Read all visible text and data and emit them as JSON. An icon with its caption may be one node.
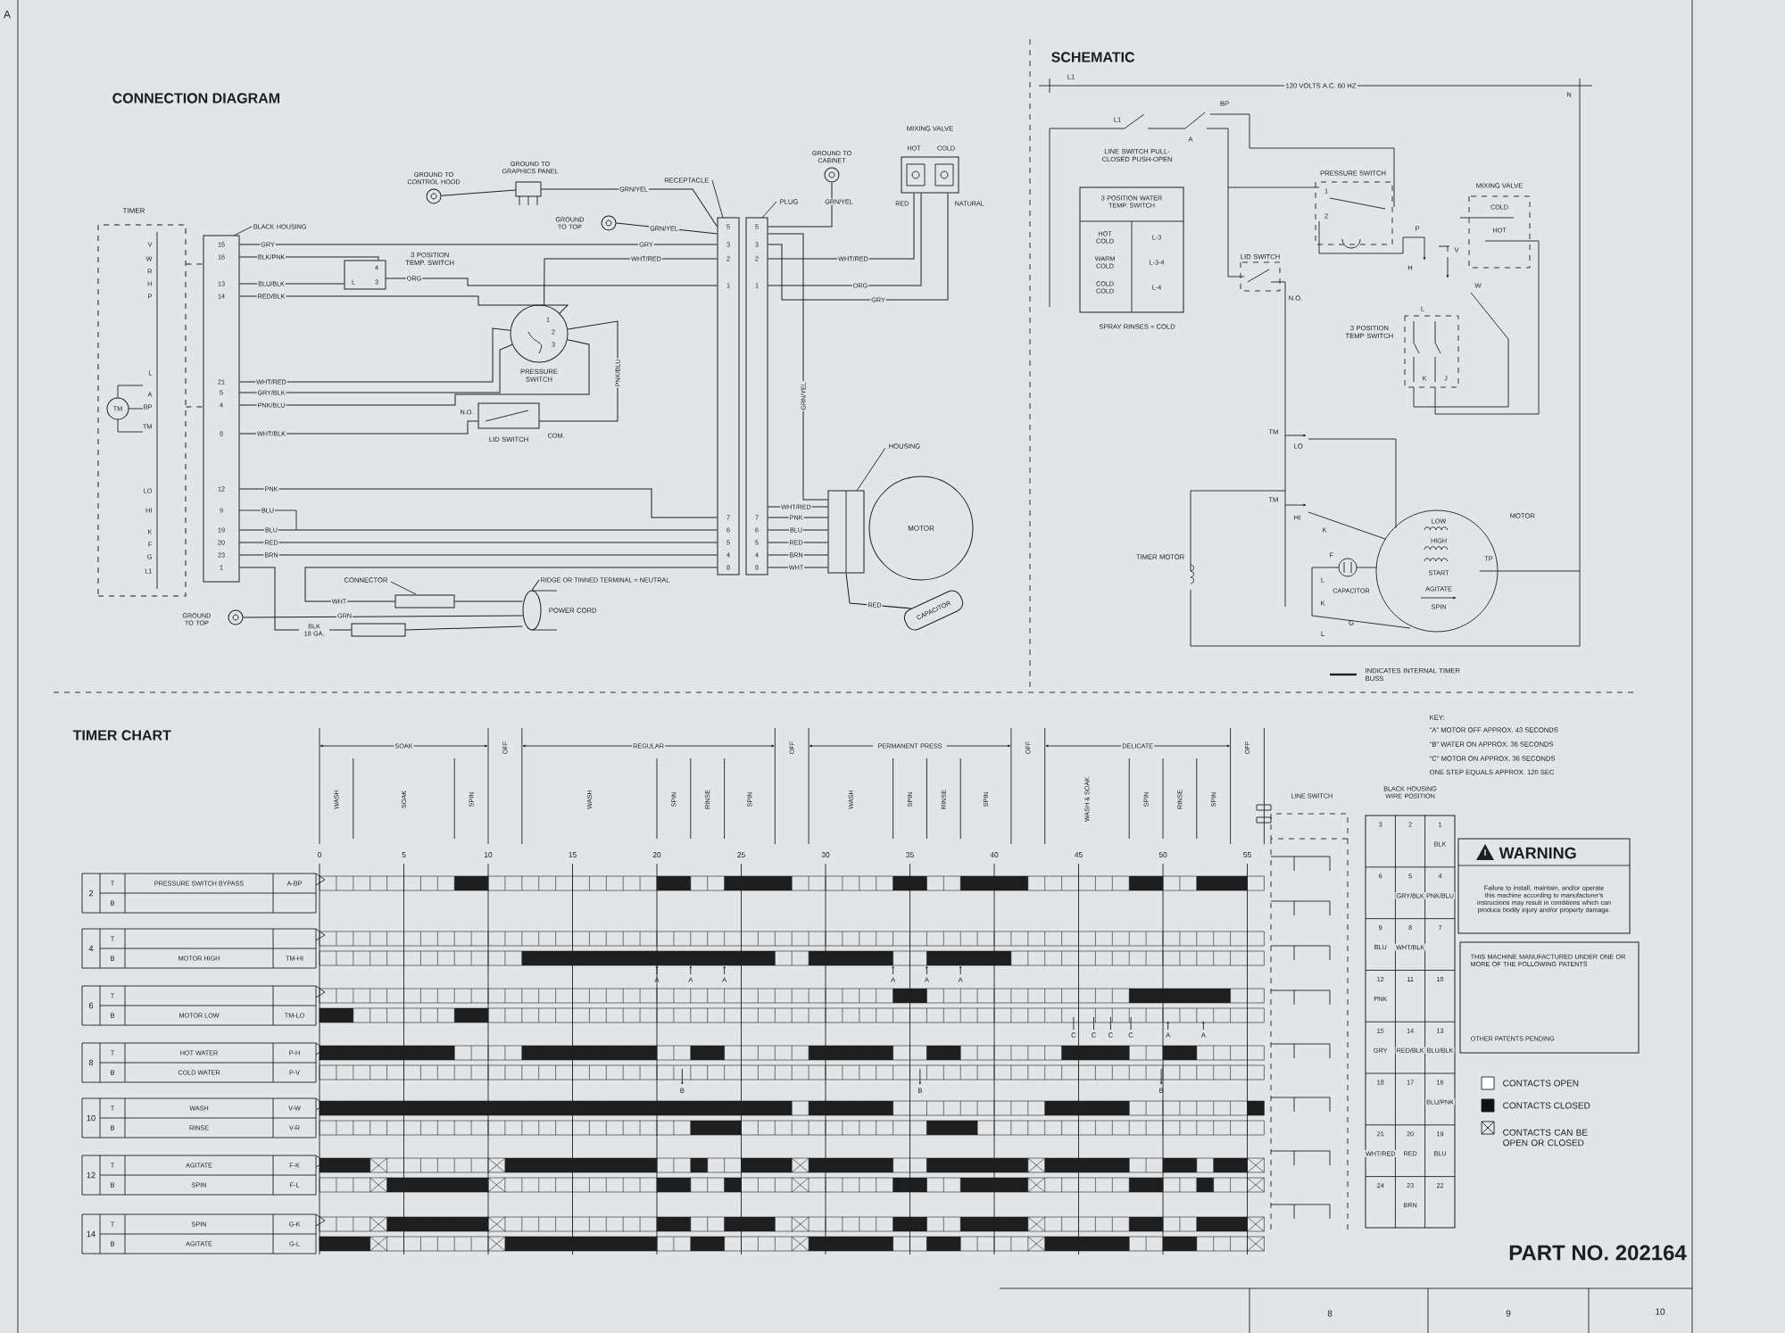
{
  "diagram": {
    "nodes": [
      {
        "text": [
          "TIMER"
        ]
      },
      {
        "text": [
          "BLACK HOUSING"
        ]
      },
      {
        "text": [
          "3 POSITION TEMP. SWITCH"
        ]
      },
      {
        "text": [
          "PRESSURE SWITCH"
        ]
      },
      {
        "text": [
          "LID SWITCH"
        ],
        "beside": [
          "N.O.",
          "COM."
        ]
      },
      {
        "text": [
          "RECEPTACLE"
        ]
      },
      {
        "text": [
          "PLUG"
        ]
      },
      {
        "text": [
          "GROUND TO CONTROL HOOD"
        ]
      },
      {
        "text": [
          "GROUND TO GRAPHICS PANEL"
        ]
      },
      {
        "text": [
          "GROUND TO TOP"
        ]
      },
      {
        "text": [
          "GROUND TO CABINET"
        ]
      },
      {
        "text": [
          "MIXING VALVE"
        ]
      },
      {
        "text": [
          "MOTOR"
        ]
      },
      {
        "text": [
          "HOUSING"
        ]
      },
      {
        "text": [
          "CAPACITOR"
        ]
      },
      {
        "text": [
          "CONNECTOR"
        ]
      },
      {
        "text": [
          "POWER CORD"
        ]
      },
      {
        "text": [
          "GROUND TO TOP"
        ]
      },
      {
        "text": [
          "RIDGE OR TINNED TERMINAL = NEUTRAL"
        ]
      },
      {
        "text": [],
        "shape": "box"
      },
      {
        "text": [
          "TM"
        ],
        "in": 0
      },
      {
        "text": [
          "3 POSITION WATER TEMP. SWITCH"
        ]
      },
      {
        "text": [
          "WARNING",
          "Failure to install, maintain, and/or operate this machine according to manufacturer's instructions may result in conditions which can produce bodily injury and/or property damage."
        ]
      },
      {
        "text": [
          "THIS MACHINE MANUFACTURED UNDER ONE OR MORE OF THE FOLLOWING PATENTS",
          "OTHER PATENTS PENDING"
        ]
      },
      {
        "text": [
          "BLACK HOUSING WIRE POSITION"
        ]
      }
    ],
    "edges": [
      {
        "from": 1,
        "to": 5,
        "arrow": "none",
        "label": "GRY"
      },
      {
        "from": 1,
        "to": 2,
        "arrow": "none",
        "label": "BLK/PNK"
      },
      {
        "from": 1,
        "to": 2,
        "arrow": "none",
        "label": "BLU/BLK"
      },
      {
        "from": 2,
        "to": 5,
        "arrow": "none",
        "label": "ORG"
      },
      {
        "from": 1,
        "to": 3,
        "arrow": "none",
        "label": "RED/BLK"
      },
      {
        "from": 1,
        "to": 3,
        "arrow": "none",
        "label": "WHT/RED"
      },
      {
        "from": 1,
        "to": 3,
        "arrow": "none",
        "label": "GRY/BLK"
      },
      {
        "from": 1,
        "to": 3,
        "arrow": "none",
        "label": "PNK/BLU"
      },
      {
        "from": 1,
        "to": 4,
        "arrow": "none",
        "label": "WHT/BLK"
      },
      {
        "from": 4,
        "to": 3,
        "arrow": "none",
        "label": "PNK/BLU"
      },
      {
        "from": 5,
        "to": 3,
        "arrow": "none",
        "label": "WHT/RED"
      },
      {
        "from": 1,
        "to": 5,
        "arrow": "none",
        "label": "PNK"
      },
      {
        "from": 1,
        "to": 5,
        "arrow": "none",
        "label": "BLU"
      },
      {
        "from": 1,
        "to": 5,
        "arrow": "none",
        "label": "RED"
      },
      {
        "from": 1,
        "to": 5,
        "arrow": "none",
        "label": "BRN"
      },
      {
        "from": 7,
        "to": 8,
        "arrow": "none"
      },
      {
        "from": 8,
        "to": 5,
        "arrow": "none",
        "label": "GRN/YEL"
      },
      {
        "from": 9,
        "to": 5,
        "arrow": "none",
        "label": "GRN/YEL"
      },
      {
        "from": 10,
        "to": 6,
        "arrow": "none",
        "label": "GRN/YEL"
      },
      {
        "from": 6,
        "to": 11,
        "arrow": "none",
        "label": "WHT/RED"
      },
      {
        "from": 6,
        "to": 11,
        "arrow": "none",
        "label": "ORG"
      },
      {
        "from": 6,
        "to": 11,
        "arrow": "none",
        "label": "GRY"
      },
      {
        "from": 6,
        "to": 13,
        "arrow": "none",
        "label": "GRN/YEL"
      },
      {
        "from": 6,
        "to": 13,
        "arrow": "none",
        "label": "WHT/RED"
      },
      {
        "from": 6,
        "to": 13,
        "arrow": "none",
        "label": "PNK"
      },
      {
        "from": 6,
        "to": 13,
        "arrow": "none",
        "label": "BLU"
      },
      {
        "from": 6,
        "to": 13,
        "arrow": "none",
        "label": "RED"
      },
      {
        "from": 6,
        "to": 13,
        "arrow": "none",
        "label": "BRN"
      },
      {
        "from": 6,
        "to": 13,
        "arrow": "none",
        "label": "WHT"
      },
      {
        "from": 13,
        "to": 14,
        "arrow": "none",
        "label": "RED"
      },
      {
        "from": 1,
        "to": 19,
        "arrow": "none",
        "label": "BLK 18 GA."
      },
      {
        "from": 19,
        "to": 16,
        "arrow": "none"
      },
      {
        "from": 5,
        "to": 15,
        "arrow": "none",
        "label": "WHT"
      },
      {
        "from": 15,
        "to": 16,
        "arrow": "none"
      },
      {
        "from": 17,
        "to": 16,
        "arrow": "none",
        "label": "GRN"
      },
      {
        "from": 18,
        "to": 16,
        "arrow": "none"
      },
      {
        "from": 0,
        "to": 1,
        "arrow": "none",
        "style": "dashed"
      },
      {
        "from": 0,
        "to": 1,
        "arrow": "none",
        "style": "dashed"
      }
    ],
    "labels": [
      "A",
      "CONNECTION DIAGRAM",
      "V",
      "W",
      "R",
      "H",
      "P",
      "L",
      "A",
      "BP",
      "TM",
      "LO",
      "HI",
      "K",
      "F",
      "G",
      "L1",
      "15",
      "16",
      "13",
      "14",
      "21",
      "5",
      "4",
      "8",
      "12",
      "9",
      "19",
      "20",
      "23",
      "1",
      "BLU",
      "4",
      "L",
      "3",
      "1",
      "2",
      "3",
      "5",
      "3",
      "2",
      "1",
      "7",
      "6",
      "5",
      "4",
      "8",
      "5",
      "3",
      "2",
      "1",
      "7",
      "6",
      "5",
      "4",
      "8",
      "HOT",
      "COLD",
      "RED",
      "NATURAL",
      "GRY",
      "SCHEMATIC",
      "L1",
      "120 VOLTS A.C. 60 HZ",
      "N",
      "L1",
      "A",
      "BP",
      "LINE SWITCH PULL-CLOSED PUSH-OPEN",
      "PRESSURE SWITCH",
      "1",
      "2",
      "MIXING VALVE",
      "COLD",
      "HOT",
      "LID SWITCH",
      "N.O.",
      "P",
      "H",
      "V",
      "W",
      "3 POSITION TEMP SWITCH",
      "L",
      "K",
      "J",
      "TM",
      "LO",
      "TM",
      "HI",
      "K",
      "F",
      "L",
      "K",
      "G",
      "L",
      "TIMER MOTOR",
      "CAPACITOR",
      "MOTOR",
      "LOW",
      "HIGH",
      "START",
      "TP",
      "AGITATE",
      "SPIN",
      "INDICATES INTERNAL TIMER BUSS",
      "SPRAY RINSES = COLD",
      "HOT COLD",
      "L-3",
      "WARM COLD",
      "L-3-4",
      "COLD COLD",
      "L-4",
      "TIMER CHART",
      "SOAK",
      "OFF",
      "REGULAR",
      "OFF",
      "PERMANENT PRESS",
      "OFF",
      "DELICATE",
      "OFF",
      "WASH",
      "SOAK",
      "SPIN",
      "WASH",
      "SPIN",
      "RINSE",
      "SPIN",
      "WASH",
      "SPIN",
      "RINSE",
      "SPIN",
      "WASH & SOAK",
      "SPIN",
      "RINSE",
      "SPIN",
      "0",
      "5",
      "10",
      "15",
      "20",
      "25",
      "30",
      "35",
      "40",
      "45",
      "50",
      "55",
      "2",
      "T",
      "B",
      "PRESSURE SWITCH BYPASS",
      "A-BP",
      "4",
      "T",
      "B",
      "MOTOR HIGH",
      "TM-HI",
      "6",
      "T",
      "B",
      "MOTOR LOW",
      "TM-LO",
      "8",
      "T",
      "B",
      "HOT WATER",
      "P-H",
      "COLD WATER",
      "P-V",
      "10",
      "T",
      "B",
      "WASH",
      "V-W",
      "RINSE",
      "V-R",
      "12",
      "T",
      "B",
      "AGITATE",
      "F-K",
      "SPIN",
      "F-L",
      "14",
      "T",
      "B",
      "SPIN",
      "G-K",
      "AGITATE",
      "G-L",
      "A",
      "A",
      "A",
      "A",
      "A",
      "A",
      "C",
      "C",
      "C",
      "C",
      "A",
      "A",
      "B",
      "B",
      "B",
      "KEY:",
      "\"A\" MOTOR OFF APPROX. 43 SECONDS",
      "\"B\" WATER ON APPROX. 36 SECONDS",
      "\"C\" MOTOR ON APPROX. 36 SECONDS",
      "ONE STEP EQUALS APPROX. 120 SEC",
      "LINE SWITCH",
      "3",
      "2",
      "1",
      "BLK",
      "6",
      "5",
      "4",
      "GRY/BLK",
      "PNK/BLU",
      "9",
      "8",
      "7",
      "BLU",
      "WHT/BLK",
      "12",
      "11",
      "10",
      "PNK",
      "15",
      "14",
      "13",
      "GRY",
      "RED/BLK",
      "BLU/BLK",
      "18",
      "17",
      "16",
      "BLU/PNK",
      "21",
      "20",
      "19",
      "WHT/RED",
      "RED",
      "BLU",
      "24",
      "23",
      "22",
      "BRN",
      "PART NO. 202164",
      "8",
      "9",
      "10"
    ],
    "legend": [
      {
        "text": "CONTACTS OPEN",
        "color": "#ffffff"
      },
      {
        "text": "CONTACTS CLOSED",
        "color": "#111111"
      },
      {
        "text": "CONTACTS CAN BE OPEN OR CLOSED"
      }
    ]
  }
}
